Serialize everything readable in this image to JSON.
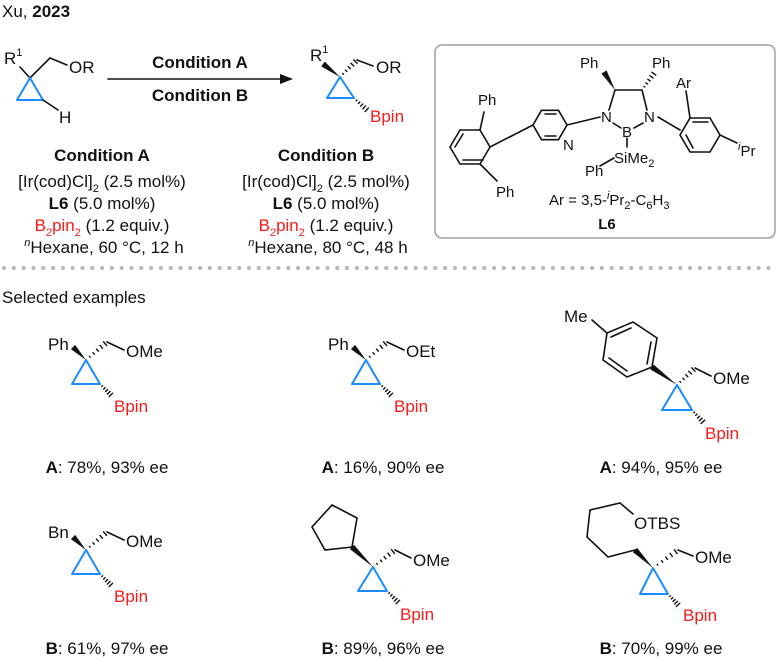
{
  "header": {
    "author": "Xu, ",
    "year": "2023"
  },
  "scheme": {
    "substrate": {
      "r1": "R",
      "r1_sup": "1",
      "or": "OR",
      "h": "H"
    },
    "arrow": {
      "top": "Condition A",
      "bottom": "Condition B"
    },
    "product": {
      "r1": "R",
      "r1_sup": "1",
      "or": "OR",
      "bpin": "Bpin"
    },
    "conditions": [
      {
        "title": "Condition A",
        "catalyst": "[Ir(cod)Cl]",
        "catalyst_sub": "2",
        "catalyst_amt": " (2.5 mol%)",
        "ligand": "L6",
        "ligand_amt": " (5.0 mol%)",
        "reagent_b": "B",
        "reagent_sub1": "2",
        "reagent_pin": "pin",
        "reagent_sub2": "2",
        "reagent_amt": " (1.2 equiv.)",
        "solvent_sup": "n",
        "solvent": "Hexane, 60 °C, 12 h"
      },
      {
        "title": "Condition B",
        "catalyst": "[Ir(cod)Cl]",
        "catalyst_sub": "2",
        "catalyst_amt": " (2.5 mol%)",
        "ligand": "L6",
        "ligand_amt": " (5.0 mol%)",
        "reagent_b": "B",
        "reagent_sub1": "2",
        "reagent_pin": "pin",
        "reagent_sub2": "2",
        "reagent_amt": " (1.2 equiv.)",
        "solvent_sup": "n",
        "solvent": "Hexane, 80 °C, 48 h"
      }
    ]
  },
  "ligand": {
    "ph": "Ph",
    "n": "N",
    "b": "B",
    "si": "SiMe",
    "si_sub": "2",
    "ar": "Ar",
    "ipr_i": "i",
    "ipr": "Pr",
    "ar_def_1": "Ar = 3,5-",
    "ar_def_i": "i",
    "ar_def_2": "Pr",
    "ar_def_sub1": "2",
    "ar_def_3": "-C",
    "ar_def_sub2": "6",
    "ar_def_4": "H",
    "ar_def_sub3": "3",
    "name": "L6"
  },
  "examples": {
    "title": "Selected examples",
    "items": [
      {
        "r1": "Ph",
        "or": "OMe",
        "bpin": "Bpin",
        "cond": "A",
        "result": ": 78%, 93% ee"
      },
      {
        "r1": "Ph",
        "or": "OEt",
        "bpin": "Bpin",
        "cond": "A",
        "result": ": 16%, 90% ee"
      },
      {
        "r1": "Me",
        "or": "OMe",
        "bpin": "Bpin",
        "cond": "A",
        "result": ": 94%, 95% ee"
      },
      {
        "r1": "Bn",
        "or": "OMe",
        "bpin": "Bpin",
        "cond": "B",
        "result": ": 61%, 97% ee"
      },
      {
        "or": "OMe",
        "bpin": "Bpin",
        "cond": "B",
        "result": ": 89%, 96% ee"
      },
      {
        "r1": "OTBS",
        "or": "OMe",
        "bpin": "Bpin",
        "cond": "B",
        "result": ": 70%, 99% ee"
      }
    ]
  }
}
